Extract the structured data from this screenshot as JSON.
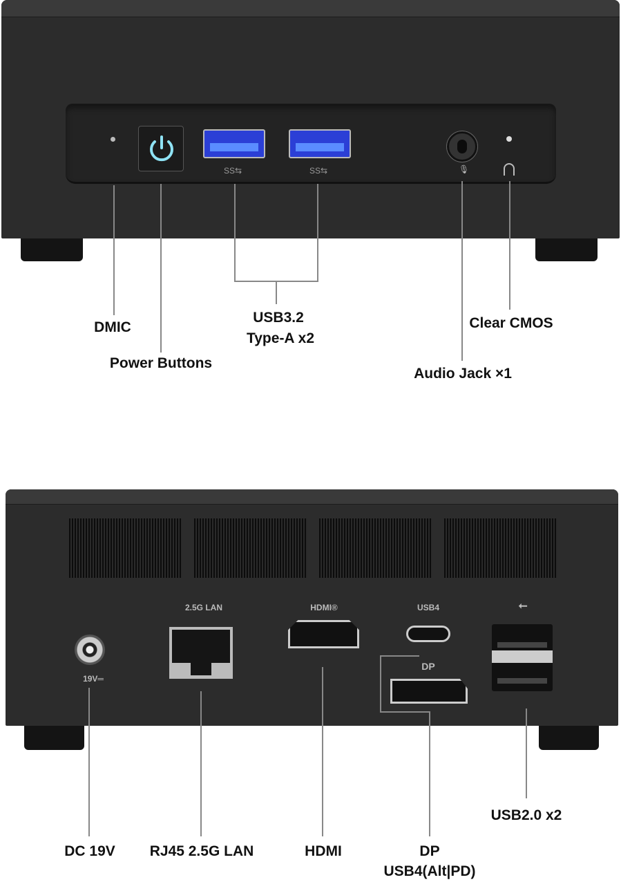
{
  "front_panel": {
    "port_markings": {
      "usb_a_1": "SS⇆",
      "usb_a_2": "SS⇆"
    },
    "callouts": {
      "dmic": "DMIC",
      "power": "Power Buttons",
      "usb_line1": "USB3.2",
      "usb_line2": "Type-A x2",
      "audio": "Audio Jack ×1",
      "cmos": "Clear CMOS"
    },
    "colors": {
      "power_led": "#8fe3f5",
      "usb3_blue": "#3f6cff"
    }
  },
  "rear_panel": {
    "port_markings": {
      "dc": "19V═",
      "lan": "2.5G LAN",
      "hdmi": "HDMI®",
      "usb4": "USB4",
      "dp": "DP"
    },
    "callouts": {
      "dc": "DC 19V",
      "lan": "RJ45 2.5G LAN",
      "hdmi": "HDMI",
      "dp_line1": "DP",
      "dp_line2": "USB4(Alt|PD)",
      "usb2": "USB2.0 x2"
    }
  }
}
